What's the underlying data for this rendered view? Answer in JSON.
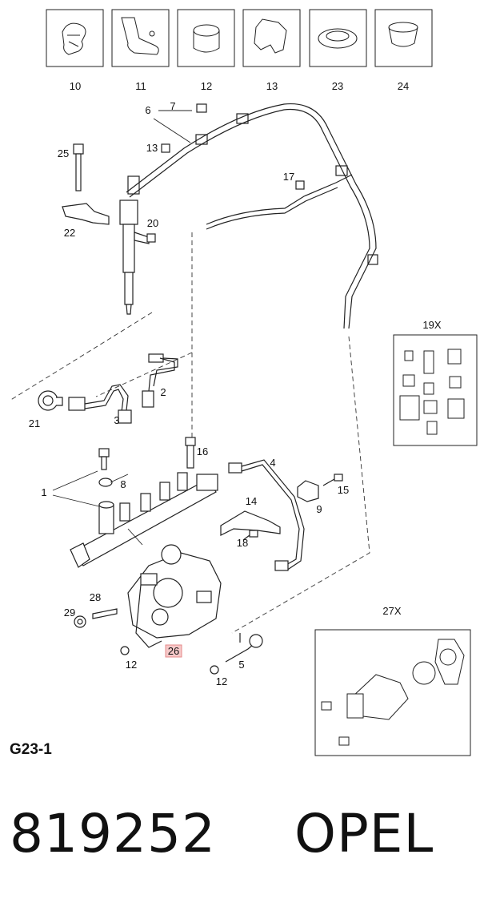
{
  "thumbnails": [
    {
      "number": "10"
    },
    {
      "number": "11"
    },
    {
      "number": "12"
    },
    {
      "number": "13"
    },
    {
      "number": "23"
    },
    {
      "number": "24"
    }
  ],
  "callouts": {
    "c1": "1",
    "c2": "2",
    "c3": "3",
    "c4": "4",
    "c5": "5",
    "c6": "6",
    "c7": "7",
    "c8": "8",
    "c9": "9",
    "c12a": "12",
    "c12b": "12",
    "c13": "13",
    "c14": "14",
    "c15": "15",
    "c16": "16",
    "c17": "17",
    "c18": "18",
    "c20": "20",
    "c21": "21",
    "c22": "22",
    "c25": "25",
    "c26": "26",
    "c28": "28",
    "c29": "29"
  },
  "kits": {
    "kit19_title": "19X",
    "kit27_title": "27X"
  },
  "diagram_id": "G23-1",
  "part_number": "819252",
  "brand": "OPEL"
}
